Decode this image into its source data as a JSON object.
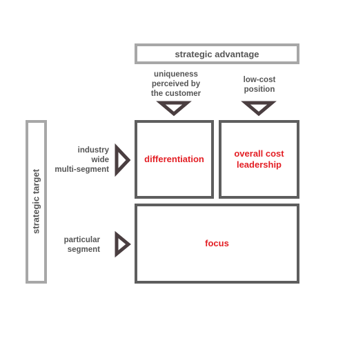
{
  "header": {
    "label": "strategic advantage"
  },
  "side": {
    "label": "strategic target"
  },
  "columns": [
    {
      "label_lines": [
        "uniqueness",
        "perceived by",
        "the customer"
      ]
    },
    {
      "label_lines": [
        "low-cost",
        "position"
      ]
    }
  ],
  "rows": [
    {
      "label_lines": [
        "industry",
        "wide",
        "multi-segment"
      ]
    },
    {
      "label_lines": [
        "particular",
        "segment"
      ]
    }
  ],
  "cells": {
    "differentiation": "differentiation",
    "cost_leadership_lines": [
      "overall cost",
      "leadership"
    ],
    "focus": "focus"
  },
  "colors": {
    "cell_text": "#e31e24",
    "cell_border": "#5e5e5e",
    "frame_border": "#a7a7a7",
    "arrow": "#4a3e40",
    "label_text": "#555555"
  }
}
